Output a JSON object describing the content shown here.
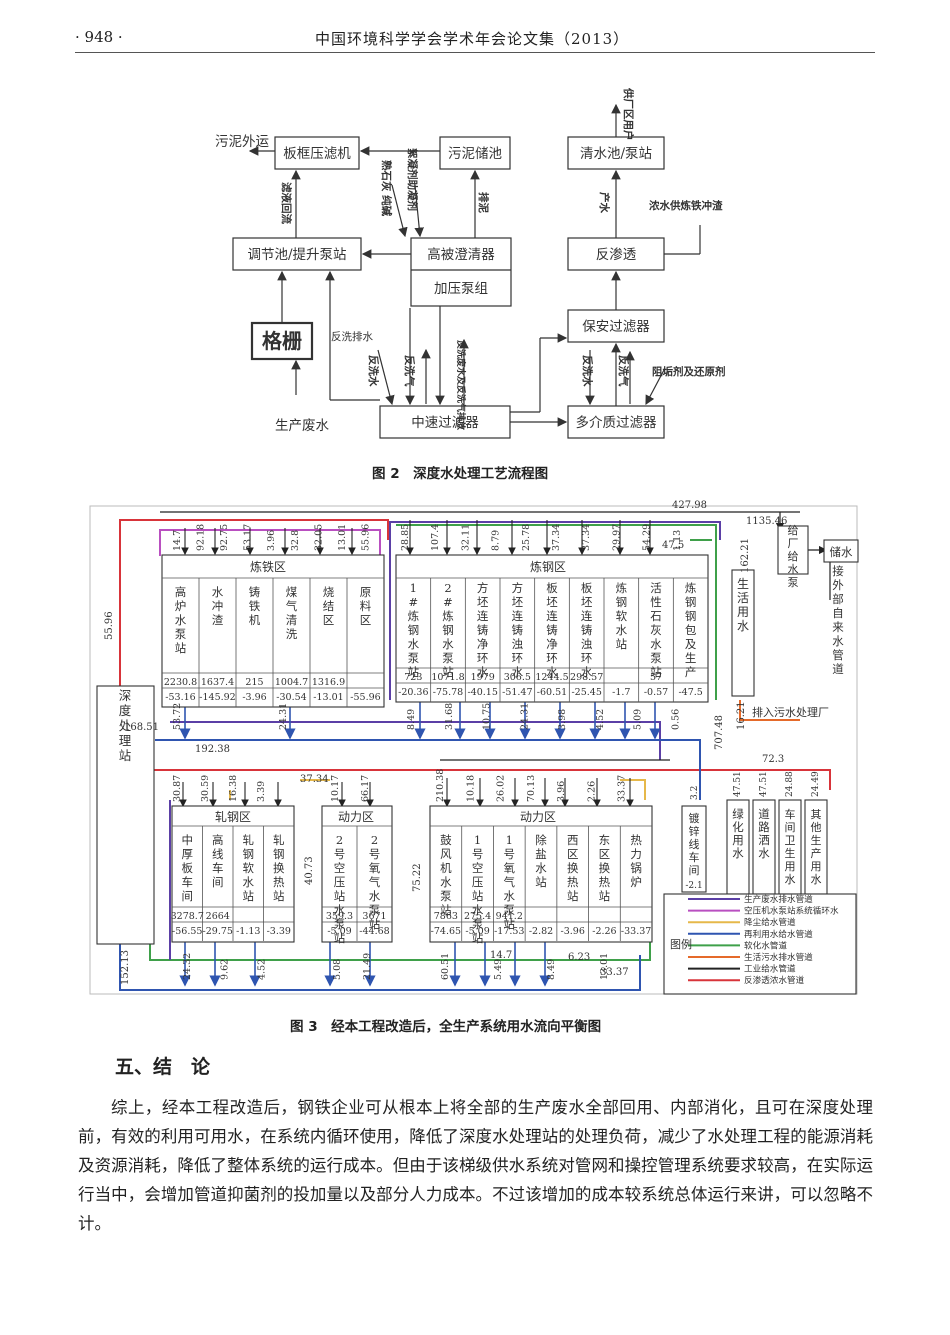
{
  "header": {
    "page_number": "· 948 ·",
    "journal_title": "中国环境科学学会学术年会论文集（2013）"
  },
  "figure2": {
    "caption": "图 2　深度水处理工艺流程图",
    "boxes": {
      "filter_press": "板框压滤机",
      "sludge_tank": "污泥储池",
      "clear_pool": "清水池/泵站",
      "adjust_pool": "调节池/提升泵站",
      "clarifier": "高被澄清器",
      "pump_group": "加压泵组",
      "ro": "反渗透",
      "security_filter": "保安过滤器",
      "grille": "格栅",
      "mid_filter": "中速过滤器",
      "multi_filter": "多介质过滤器"
    },
    "labels": {
      "sludge_out": "污泥外运",
      "filtrate": "滤液回流",
      "lime": "熟石灰 纯碱",
      "flocculant": "絮凝剂助凝剂",
      "sludge": "排泥",
      "backwash": "反洗排水",
      "raw_water": "生产废水",
      "product": "产水",
      "concentrate": "浓水供炼铁冲渣",
      "to_plant": "供厂区用户",
      "bw_water1": "反洗水",
      "bw_air1": "反洗气",
      "bw_drain": "反洗废水及反洗气排放",
      "bw_water2": "反洗水",
      "bw_air2": "反洗气",
      "scale_chem": "阻垢剂及还原剂"
    }
  },
  "figure3": {
    "caption": "图 3　经本工程改造后，全生产系统用水流向平衡图",
    "top_total": "427.98",
    "flow_labels": {
      "f1135": "1135.46",
      "f16221": "162.21",
      "f475": "47.5",
      "f16851": "168.51",
      "f19238": "192.38",
      "f5596": "55.96",
      "f15213": "152.13",
      "f70748": "707.48",
      "f1621": "16.21",
      "f723": "72.3",
      "f3734": "37.34",
      "f4073": "40.73",
      "f7522": "75.22",
      "f147": "14.7",
      "f623": "6.23",
      "f3337": "33.37"
    },
    "side": {
      "supply": "给厂给水泵",
      "storage": "储水",
      "external": "接外部自来水管道",
      "domestic": "生活用水",
      "deep_treatment": "深度处理站",
      "sewage": "排入污水处理厂"
    },
    "iron": {
      "title": "炼铁区",
      "top_flows": [
        "14.7",
        "92.18",
        "92.75",
        "53.17",
        "3.96",
        "32.8",
        "32.05",
        "13.01",
        "55.96"
      ],
      "units": [
        "高炉水泵站",
        "水冲渣",
        "铸铁机",
        "煤气清洗",
        "烧结区",
        "原料区"
      ],
      "supply": [
        "2230.8",
        "1637.4",
        "215",
        "1004.7",
        "1316.9",
        ""
      ],
      "loss": [
        "-53.16",
        "-145.92",
        "-3.96",
        "-30.54",
        "-13.01",
        "-55.96"
      ],
      "bottom_flows": [
        "53.72",
        "24.31"
      ]
    },
    "steel": {
      "title": "炼钢区",
      "top_flows": [
        "28.85",
        "107.4",
        "32.11",
        "8.79",
        "25.78",
        "37.34",
        "37.34",
        "29.97",
        "54.29",
        "1.13"
      ],
      "units": [
        "1#炼钢水泵站",
        "2#炼钢水泵站",
        "方坯连铸净环水",
        "方坯连铸浊环水",
        "板坯连铸净环水",
        "板坯连铸浊环水",
        "炼钢软水站",
        "活性石灰水泵站",
        "炼钢钢包及生产"
      ],
      "supply": [
        "723",
        "1071.8",
        "1979",
        "306.5",
        "1244.5",
        "298.57",
        "",
        "57",
        ""
      ],
      "loss": [
        "-20.36",
        "-75.78",
        "-40.15",
        "-51.47",
        "-60.51",
        "-25.45",
        "-1.7",
        "-0.57",
        "-47.5"
      ],
      "bottom_flows": [
        "8.49",
        "31.68",
        "10.75",
        "24.31",
        "3.98",
        "4.52",
        "5.09",
        "0.56"
      ]
    },
    "rolling": {
      "title": "轧钢区",
      "top_flows": [
        "30.87",
        "30.59",
        "16.38",
        "3.39"
      ],
      "units": [
        "中厚板车间",
        "高线车间",
        "轧钢软水站",
        "轧钢换热站"
      ],
      "supply": [
        "3278.7",
        "2664",
        "",
        ""
      ],
      "loss": [
        "-56.55",
        "-29.75",
        "-1.13",
        "-3.39"
      ],
      "bottom_flows": [
        "24.32",
        "9.62",
        "4.52"
      ]
    },
    "power1": {
      "title": "动力区",
      "top_flows": [
        "10.17",
        "66.17"
      ],
      "units": [
        "2号空压站水泵站",
        "2号氧气水泵站"
      ],
      "supply": [
        "359.3",
        "3671"
      ],
      "loss": [
        "-5.09",
        "-44.68"
      ],
      "bottom_flows": [
        "5.08",
        "21.49"
      ]
    },
    "power2": {
      "title": "动力区",
      "top_flows": [
        "210.38",
        "10.18",
        "26.02",
        "70.13",
        "3.96",
        "2.26",
        "33.37"
      ],
      "units": [
        "鼓风机水泵站",
        "1号空压站水泵站",
        "1号氧气水泵站",
        "除盐水站",
        "西区换热站",
        "东区换热站",
        "热力锅炉"
      ],
      "supply": [
        "7863",
        "275.4",
        "941.2",
        "",
        "",
        "",
        ""
      ],
      "loss": [
        "-74.65",
        "-5.09",
        "-17.53",
        "-2.82",
        "-3.96",
        "-2.26",
        "-33.37"
      ],
      "bottom_flows": [
        "60.51",
        "5.49",
        "8.49",
        "13.01"
      ]
    },
    "right_units": {
      "galvanize": "镀锌线车间",
      "galvanize_top": "3.2",
      "galvanize_loss": "-2.1",
      "green": "绿化用水",
      "road": "道路洒水",
      "vehicle": "车间卫生用水",
      "other": "其他生产用水",
      "green_flow": "47.51",
      "road_flow": "47.51",
      "vehicle_flow": "24.88",
      "other_flow": "24.49"
    },
    "legend": {
      "title": "图例",
      "items": [
        {
          "label": "生产废水排水管道",
          "color": "#5b3fa6"
        },
        {
          "label": "空压机水泵站系统循环水",
          "color": "#b94fc0"
        },
        {
          "label": "降尘给水管道",
          "color": "#e6b84a"
        },
        {
          "label": "再利用水给水管道",
          "color": "#2f55b0"
        },
        {
          "label": "软化水管道",
          "color": "#3fa04a"
        },
        {
          "label": "生活污水排水管道",
          "color": "#e56a2a"
        },
        {
          "label": "工业给水管道",
          "color": "#222222"
        },
        {
          "label": "反渗透浓水管道",
          "color": "#d8343a"
        }
      ]
    }
  },
  "section": {
    "heading": "五、结　论"
  },
  "conclusion": "综上，经本工程改造后，钢铁企业可从根本上将全部的生产废水全部回用、内部消化，且可在深度处理前，有效的利用可用水，在系统内循环使用，降低了深度水处理站的处理负荷，减少了水处理工程的能源消耗及资源消耗，降低了整体系统的运行成本。但由于该梯级供水系统对管网和操控管理系统要求较高，在实际运行当中，会增加管道抑菌剂的投加量以及部分人力成本。不过该增加的成本较系统总体运行来讲，可以忽略不计。"
}
